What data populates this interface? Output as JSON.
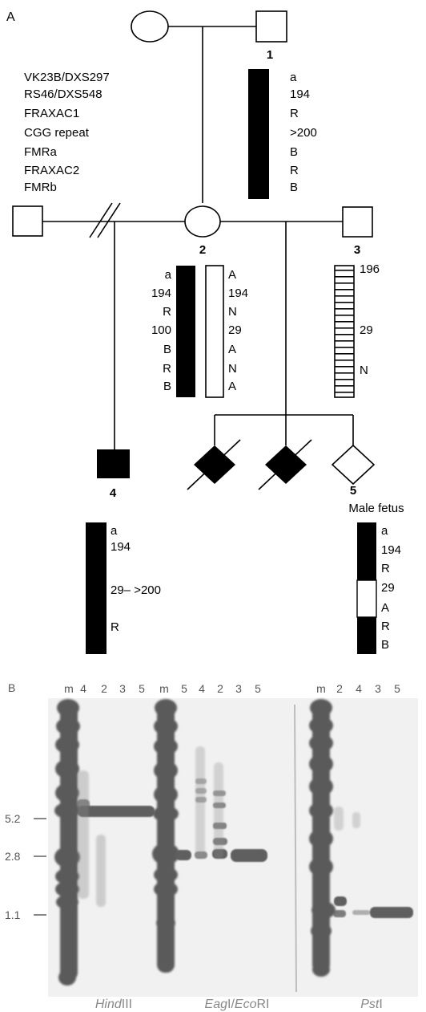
{
  "panel_a": {
    "label": "A",
    "marker_names": [
      "VK23B/DXS297",
      "RS46/DXS548",
      "FRAXAC1",
      "CGG repeat",
      "FMRa",
      "FRAXAC2",
      "FMRb"
    ],
    "individuals": {
      "i1": {
        "number": "1",
        "haplotype": [
          "a",
          "194",
          "R",
          ">200",
          "B",
          "R",
          "B"
        ]
      },
      "i2": {
        "number": "2",
        "haplotype_left": [
          "a",
          "194",
          "R",
          "100",
          "B",
          "R",
          "B"
        ],
        "haplotype_right": [
          "A",
          "194",
          "N",
          "29",
          "A",
          "N",
          "A"
        ]
      },
      "i3": {
        "number": "3",
        "haplotype": [
          "196",
          "29",
          "N"
        ]
      },
      "i4": {
        "number": "4",
        "haplotype": [
          "a",
          "194",
          "29– >200",
          "R"
        ]
      },
      "i5": {
        "number": "5",
        "caption": "Male fetus",
        "haplotype": [
          "a",
          "194",
          "R",
          "29",
          "A",
          "R",
          "B"
        ]
      }
    }
  },
  "panel_b": {
    "label": "B",
    "size_markers": [
      "5.2",
      "2.8",
      "1.1"
    ],
    "lane_groups": [
      {
        "lanes": [
          "m",
          "4",
          "2",
          "3",
          "5"
        ],
        "enzyme_parts": [
          {
            "text": "Hind",
            "italic": true
          },
          {
            "text": "III",
            "italic": false
          }
        ]
      },
      {
        "lanes": [
          "m",
          "5",
          "4",
          "2",
          "3",
          "5"
        ],
        "enzyme_parts": [
          {
            "text": "Eag",
            "italic": true
          },
          {
            "text": "I/",
            "italic": false
          },
          {
            "text": "Eco",
            "italic": true
          },
          {
            "text": "RI",
            "italic": false
          }
        ]
      },
      {
        "lanes": [
          "m",
          "2",
          "4",
          "3",
          "5"
        ],
        "enzyme_parts": [
          {
            "text": "Pst",
            "italic": true
          },
          {
            "text": "I",
            "italic": false
          }
        ]
      }
    ]
  },
  "colors": {
    "line": "#000000",
    "affected_fill": "#000000",
    "gel_background": "#f1f1f1",
    "band": "#555555"
  }
}
